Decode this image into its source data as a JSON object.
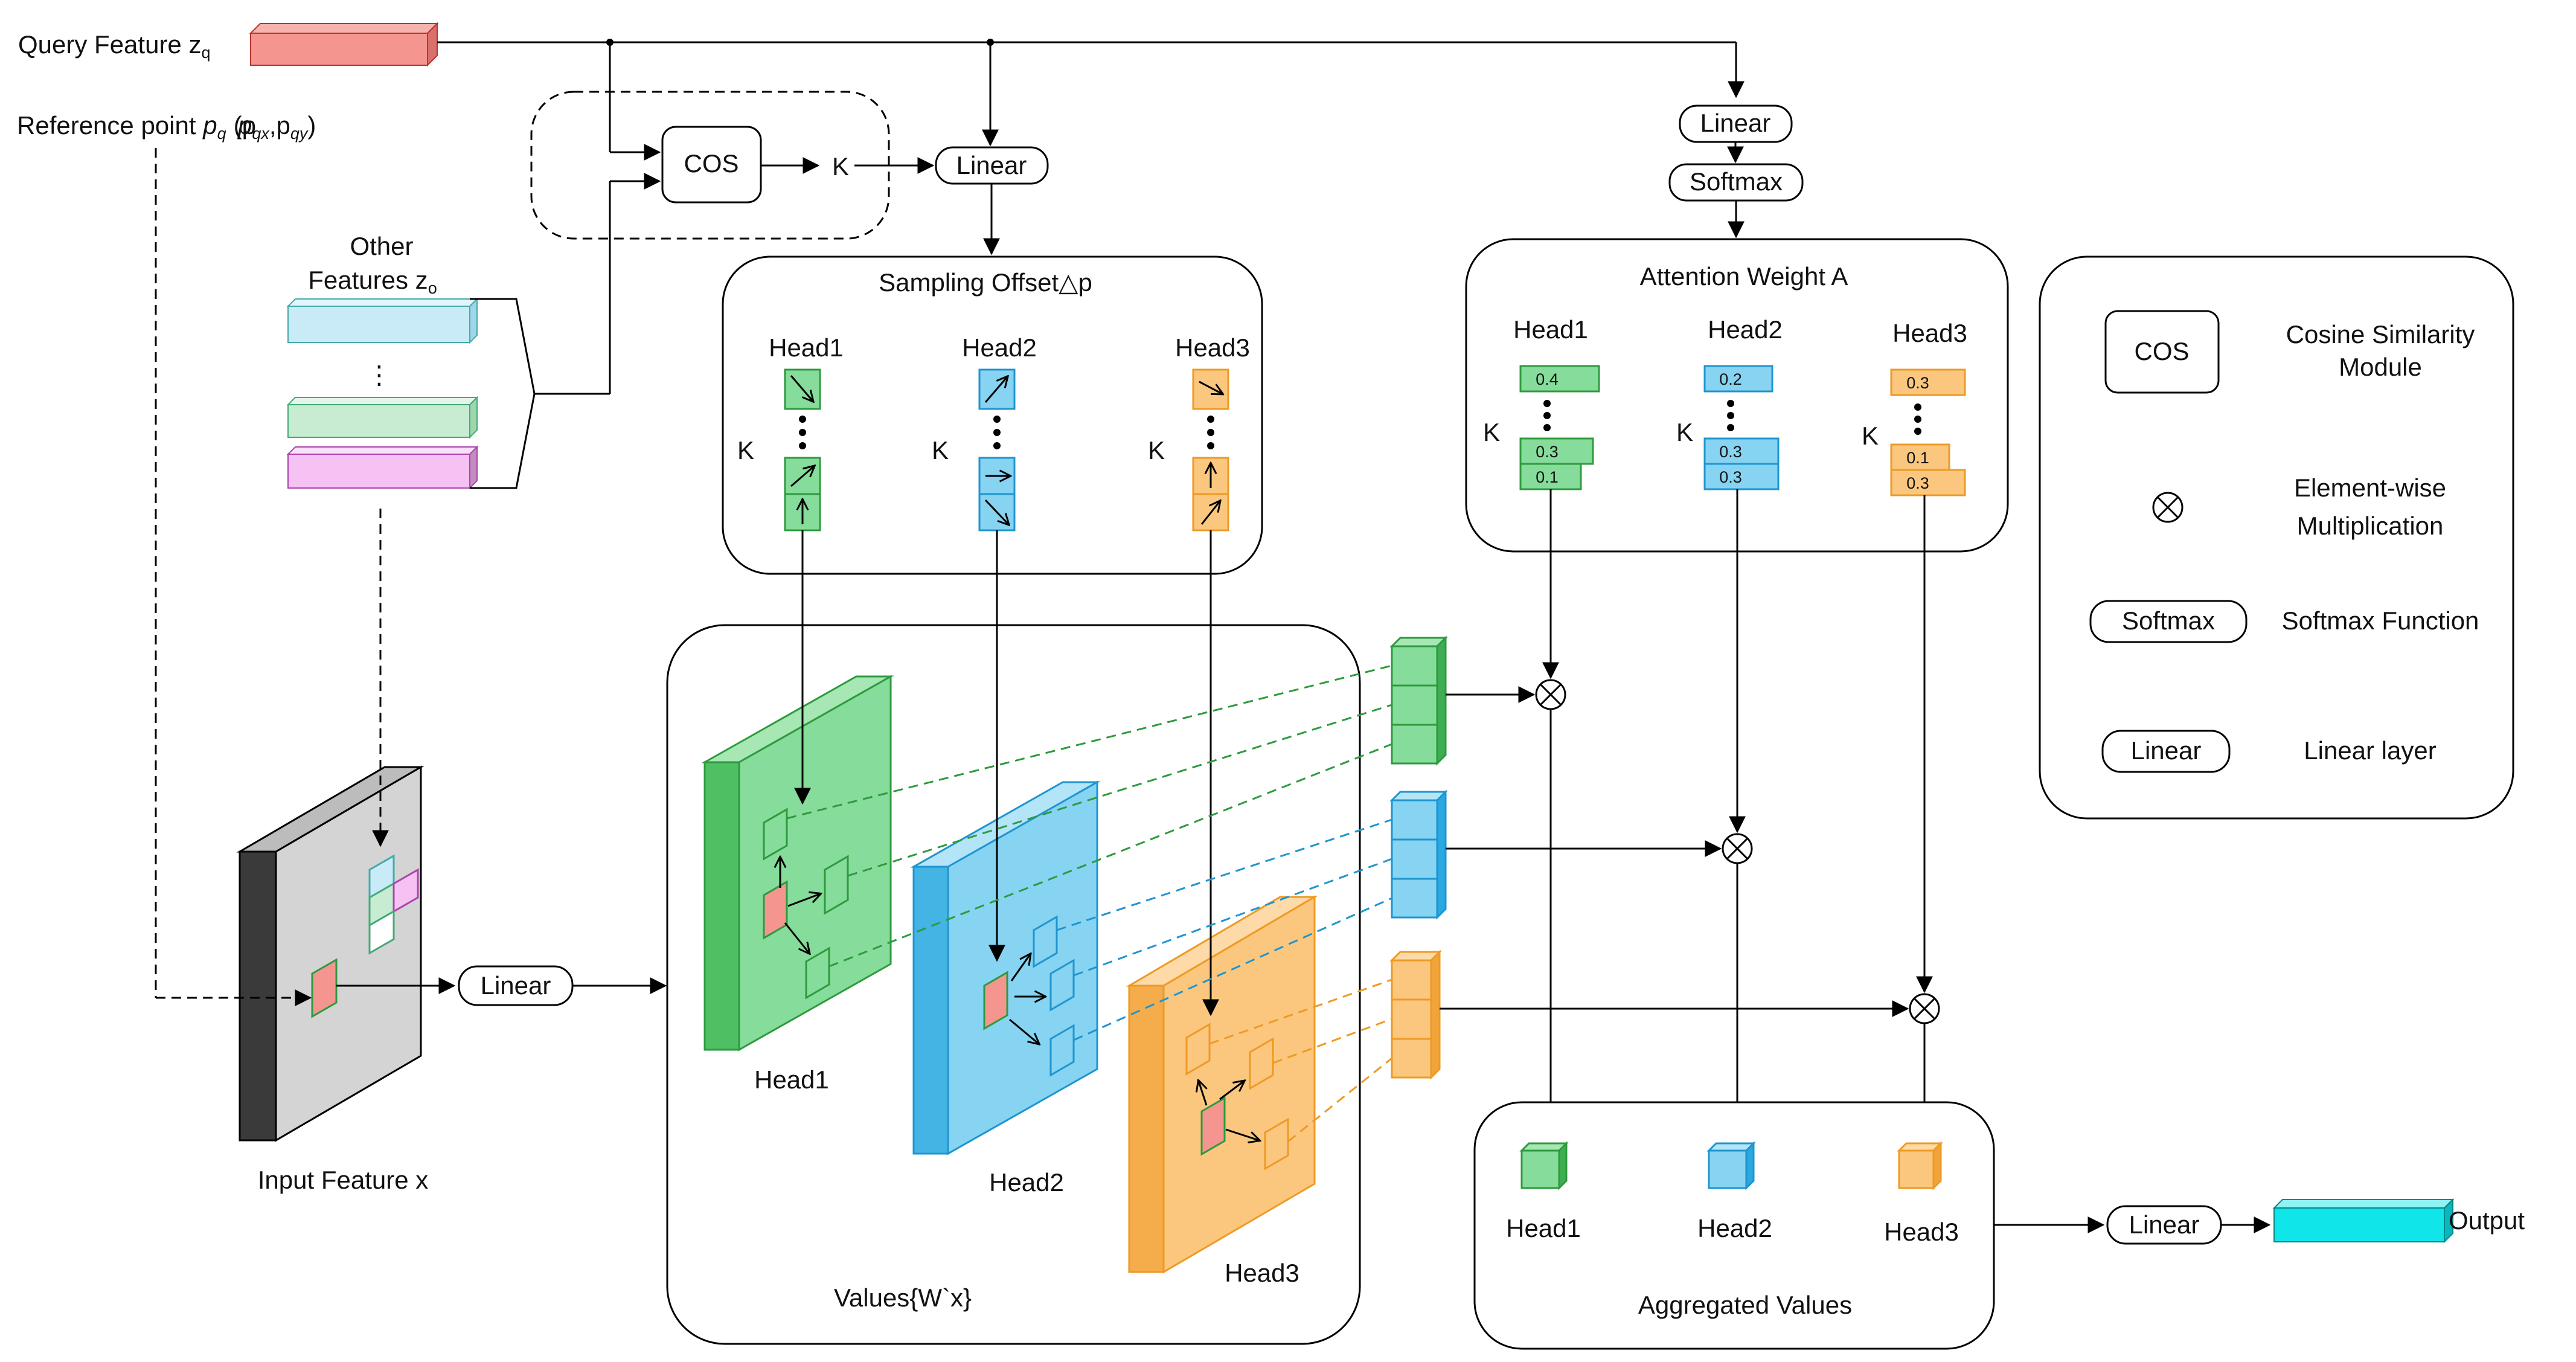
{
  "inputs": {
    "query_feature": "Query Feature z",
    "query_sub": "q",
    "ref_point_prefix": "Reference point ",
    "ref_point_p": "p",
    "ref_point_q": "q",
    "ref_point_tuple": "(p",
    "ref_point_qx": "qx",
    "ref_point_comma": ",p",
    "ref_point_qy": "qy",
    "ref_point_close": ")",
    "other_features_1": "Other",
    "other_features_2": "Features z",
    "other_sub": "o",
    "dots": "⋮"
  },
  "cos_block": {
    "cos_label": "COS",
    "k_label": "K",
    "linear_label": "Linear"
  },
  "sampling_offset": {
    "title": "Sampling Offset△p",
    "heads": [
      "Head1",
      "Head2",
      "Head3"
    ],
    "k_label": "K"
  },
  "attention": {
    "linear_label": "Linear",
    "softmax_label": "Softmax",
    "title": "Attention Weight A",
    "heads": [
      "Head1",
      "Head2",
      "Head3"
    ],
    "k_label": "K",
    "head1_weights": [
      "0.4",
      "0.3",
      "0.1"
    ],
    "head2_weights": [
      "0.2",
      "0.3",
      "0.3"
    ],
    "head3_weights": [
      "0.3",
      "0.1",
      "0.3"
    ]
  },
  "legend": {
    "cos_symbol": "COS",
    "cos_desc_1": "Cosine Similarity",
    "cos_desc_2": "Module",
    "mult_symbol": "⊗",
    "mult_desc_1": "Element-wise",
    "mult_desc_2": "Multiplication",
    "softmax_symbol": "Softmax",
    "softmax_desc": "Softmax Function",
    "linear_symbol": "Linear",
    "linear_desc": "Linear layer"
  },
  "input_feature": {
    "label": "Input Feature x",
    "linear_label": "Linear"
  },
  "values": {
    "label": "Values{W`x}",
    "heads": [
      "Head1",
      "Head2",
      "Head3"
    ]
  },
  "aggregated": {
    "title": "Aggregated Values",
    "heads": [
      "Head1",
      "Head2",
      "Head3"
    ]
  },
  "output": {
    "linear_label": "Linear",
    "label": "Output"
  },
  "colors": {
    "query": "#f4958f",
    "green": "#86dc9a",
    "green_dark": "#2e9a3e",
    "blue": "#86d3f2",
    "blue_dark": "#1f95cf",
    "orange": "#fbc77f",
    "orange_dark": "#ee9a24",
    "gray": "#d4d4d4",
    "cyan": "#10e6ea",
    "pink": "#f6c2f4",
    "lightblue": "#c9ebf8",
    "lightgreen": "#c8ecd2"
  }
}
